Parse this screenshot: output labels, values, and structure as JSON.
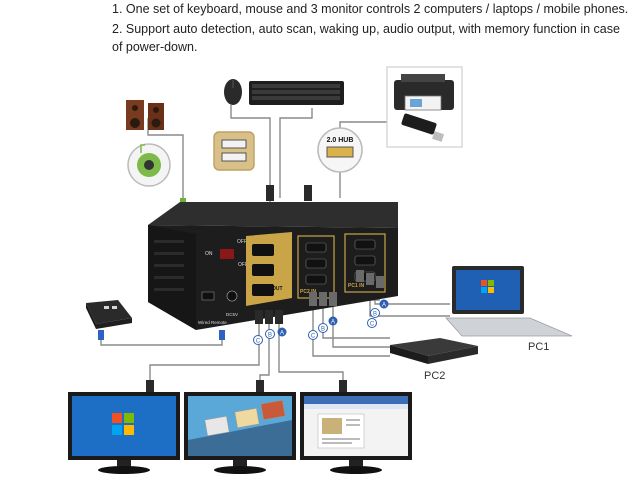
{
  "features": [
    "1. One set of keyboard, mouse and 3 monitor controls 2 computers / laptops / mobile phones.",
    "2. Support auto detection, auto scan, waking up, audio output, with memory function in case of power-down."
  ],
  "labels": {
    "pc1": "PC1",
    "pc2": "PC2",
    "usb_hub": "2.0 HUB",
    "pc1_in": "PC1 IN",
    "pc2_in": "PC2 IN",
    "out": "OUT",
    "on": "ON",
    "off_top": "OFF",
    "off_side": "OFF",
    "dc5v": "DC5V",
    "wired_remote": "Wired Remote",
    "port_a": "A",
    "port_b": "B",
    "port_c": "C"
  },
  "colors": {
    "device_body": "#1d1d1d",
    "gold_panel": "#c9a548",
    "cable_gray": "#8a8a8a",
    "badge_blue": "#2f5fb0",
    "callout_green": "#7dba4a"
  }
}
